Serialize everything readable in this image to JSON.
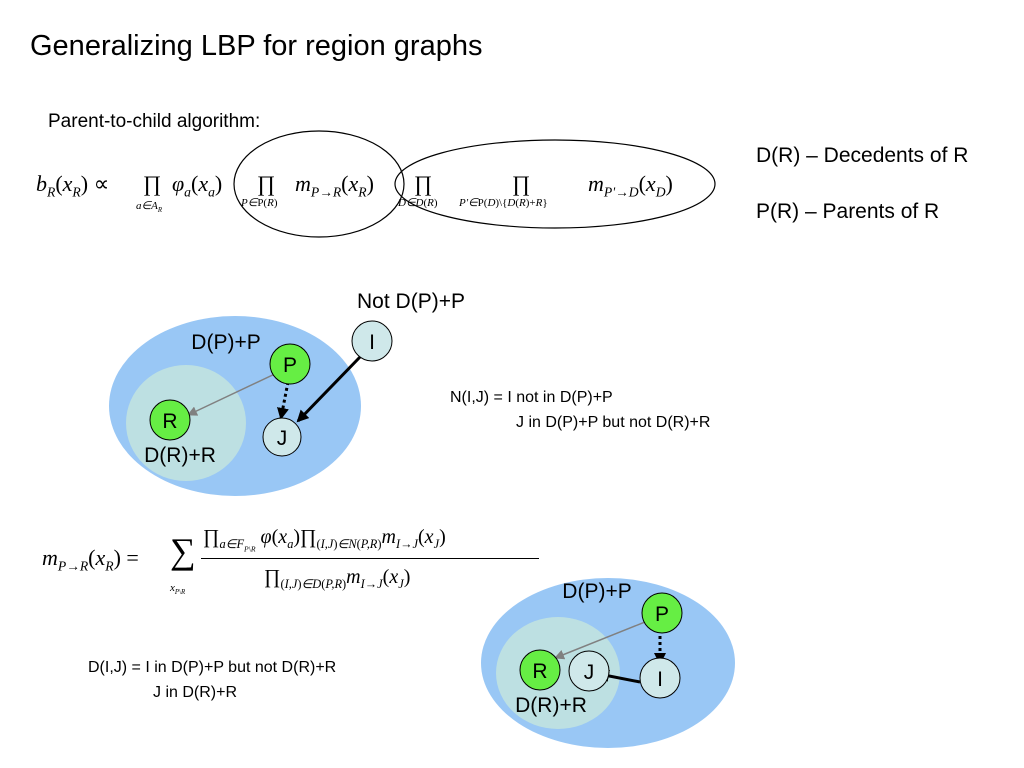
{
  "title": "Generalizing LBP for region graphs",
  "subtitle": "Parent-to-child algorithm:",
  "definitions": {
    "decedents": "D(R) – Decedents of R",
    "parents": "P(R) – Parents of R"
  },
  "diagram1": {
    "outer_label": "D(P)+P",
    "inner_label": "D(R)+R",
    "external_label": "Not D(P)+P",
    "nodes": {
      "P": "P",
      "R": "R",
      "J": "J",
      "I": "I"
    }
  },
  "diagram2": {
    "outer_label": "D(P)+P",
    "inner_label": "D(R)+R",
    "nodes": {
      "P": "P",
      "R": "R",
      "J": "J",
      "I": "I"
    }
  },
  "notes": {
    "n_line1": "N(I,J) = I not in D(P)+P",
    "n_line2": "J in D(P)+P but not D(R)+R",
    "d_line1": "D(I,J) = I in D(P)+P but not D(R)+R",
    "d_line2": "J in D(R)+R"
  },
  "colors": {
    "outer_region": "#99c7f5",
    "inner_region": "#bde0e2",
    "node_green": "#66ee44",
    "node_light": "#cfe8ea"
  }
}
